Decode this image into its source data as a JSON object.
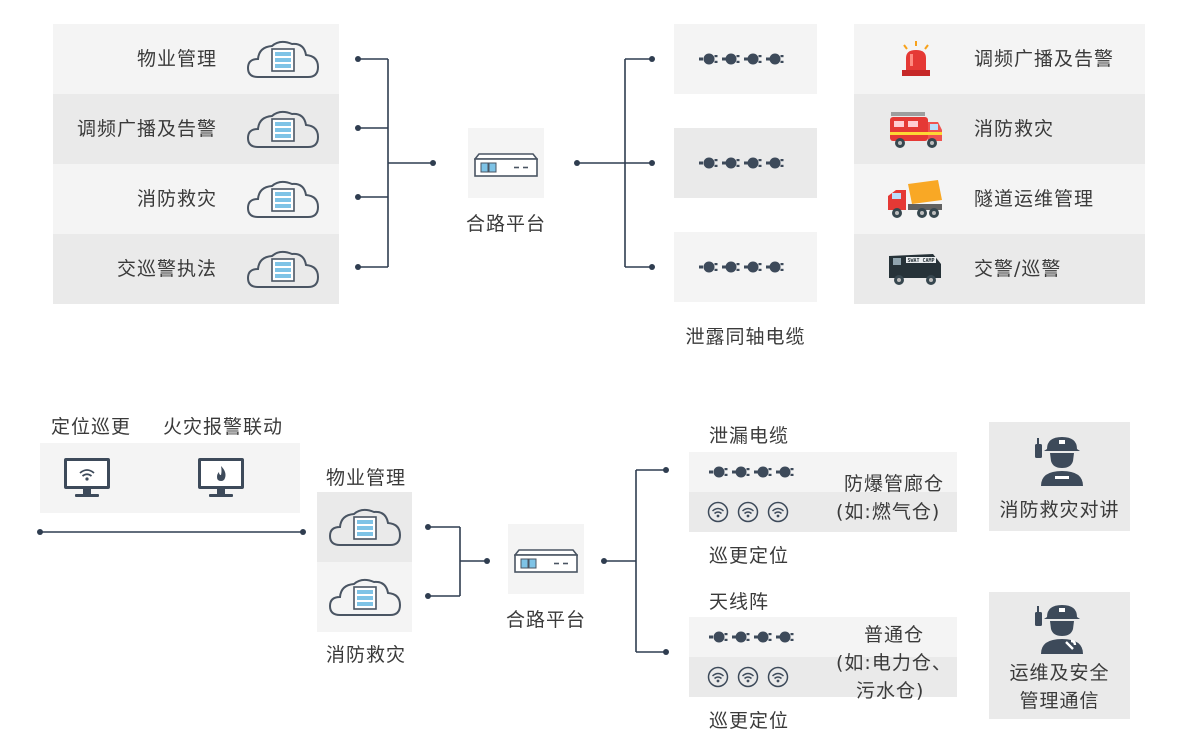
{
  "top": {
    "left_items": [
      "物业管理",
      "调频广播及告警",
      "消防救灾",
      "交巡警执法"
    ],
    "platform_label": "合路平台",
    "cable_label": "泄露同轴电缆",
    "right_items": [
      "调频广播及告警",
      "消防救灾",
      "隧道运维管理",
      "交警/巡警"
    ],
    "right_icons": [
      "alarm-light-icon",
      "fire-truck-icon",
      "dump-truck-icon",
      "swat-van-icon"
    ],
    "van_text": "SWAT CAMP"
  },
  "bottom": {
    "patrol_label": "定位巡更",
    "fire_alarm_label": "火灾报警联动",
    "center_top_label": "物业管理",
    "center_bottom_label": "消防救灾",
    "platform_label": "合路平台",
    "leaky_cable_label": "泄漏电缆",
    "leaky_patrol_label": "巡更定位",
    "explosion_room_line1": "防爆管廊仓",
    "explosion_room_line2": "(如:燃气仓)",
    "antenna_label": "天线阵",
    "antenna_patrol_label": "巡更定位",
    "normal_room_line1": "普通仓",
    "normal_room_line2": "(如:电力仓、",
    "normal_room_line3": "污水仓)",
    "fire_talk_label": "消防救灾对讲",
    "ops_line1": "运维及安全",
    "ops_line2": "管理通信"
  },
  "colors": {
    "line": "#2f3d50",
    "cloud": "#4a5563",
    "accent_blue": "#7ec3e6",
    "alarm_red": "#e53935"
  }
}
